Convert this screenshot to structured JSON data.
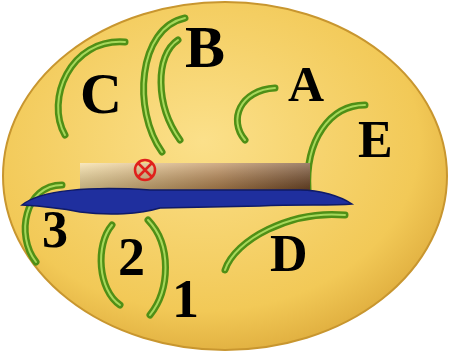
{
  "diagram": {
    "labels": [
      "B",
      "C",
      "A",
      "E",
      "3",
      "2",
      "D",
      "1"
    ]
  }
}
